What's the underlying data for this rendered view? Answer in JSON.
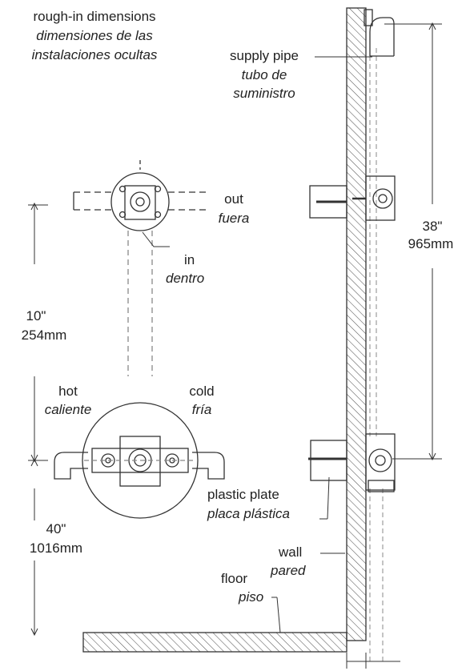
{
  "title": {
    "en": "rough-in dimensions",
    "es_line1": "dimensiones de las",
    "es_line2": "instalaciones ocultas"
  },
  "labels": {
    "supply_pipe_en": "supply pipe",
    "supply_pipe_es_1": "tubo de",
    "supply_pipe_es_2": "suministro",
    "out_en": "out",
    "out_es": "fuera",
    "in_en": "in",
    "in_es": "dentro",
    "hot_en": "hot",
    "hot_es": "caliente",
    "cold_en": "cold",
    "cold_es": "fría",
    "plastic_plate_en": "plastic plate",
    "plastic_plate_es": "placa plástica",
    "wall_en": "wall",
    "wall_es": "pared",
    "floor_en": "floor",
    "floor_es": "piso"
  },
  "dimensions": {
    "d10_in": "10\"",
    "d10_mm": "254mm",
    "d40_in": "40\"",
    "d40_mm": "1016mm",
    "d38_in": "38\"",
    "d38_mm": "965mm"
  },
  "colors": {
    "line": "#333333",
    "hatch": "#555555",
    "dash": "#888888"
  }
}
